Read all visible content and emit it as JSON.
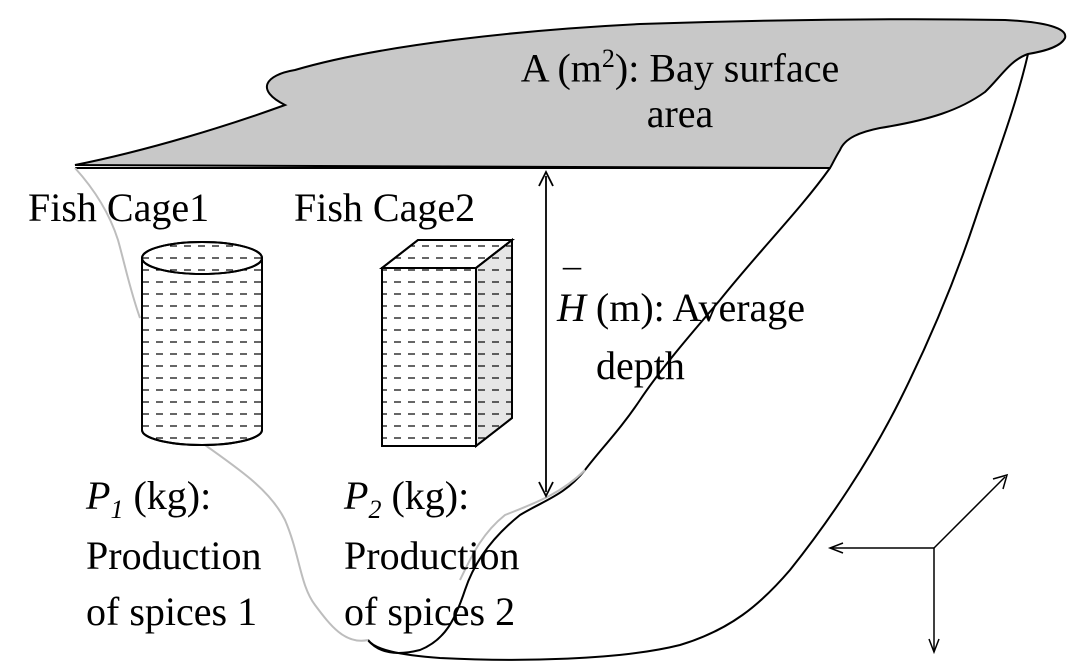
{
  "bay": {
    "area_line1_prefix": "A (m",
    "area_line1_sup": "2",
    "area_line1_suffix": "): Bay surface",
    "area_line2": "area"
  },
  "depth": {
    "symbol": "H",
    "bar": "¯",
    "line1_suffix": " (m): Average",
    "line2": "depth"
  },
  "cages": [
    {
      "title": "Fish Cage1",
      "shape": "cylinder",
      "var": "P",
      "sub": "1",
      "unit": " (kg):",
      "desc1": "Production",
      "desc2": "of spices 1"
    },
    {
      "title": "Fish Cage2",
      "shape": "box",
      "var": "P",
      "sub": "2",
      "unit": " (kg):",
      "desc1": "Production",
      "desc2": "of spices 2"
    }
  ],
  "colors": {
    "surface_fill": "#c8c8c8",
    "outline": "#000000",
    "shore_line": "#c0c0c0",
    "cage_fill": "#ffffff",
    "cage_side": "#e6e6e6",
    "hatch": "#000000"
  }
}
